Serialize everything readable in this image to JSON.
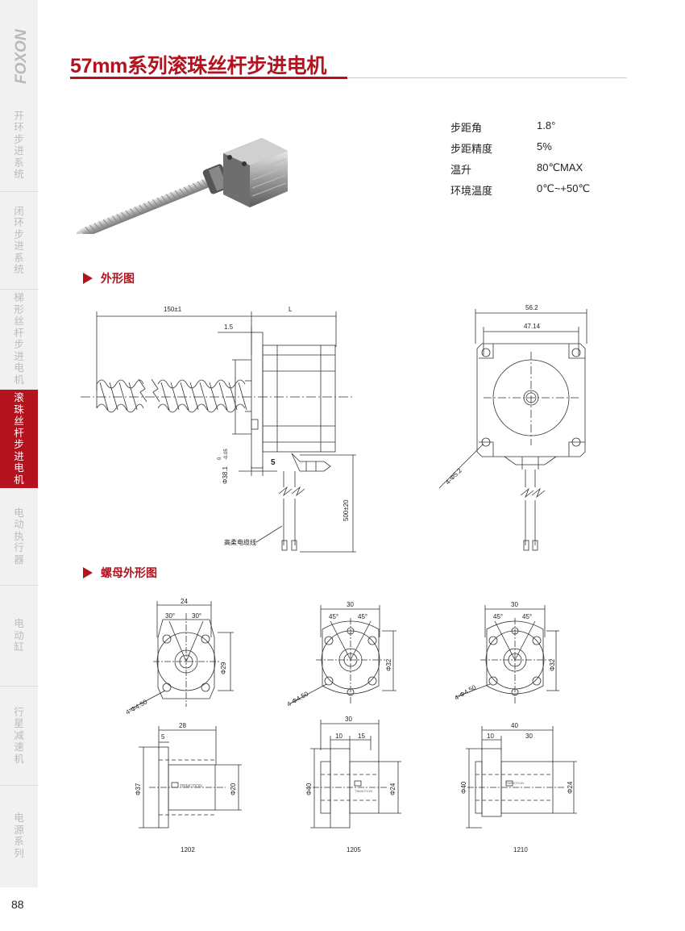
{
  "brand": "FOXON",
  "page_number": "88",
  "title": "57mm系列滚珠丝杆步进电机",
  "sidebar": {
    "items": [
      {
        "label": "开环步进系统",
        "active": false
      },
      {
        "label": "闭环步进系统",
        "active": false
      },
      {
        "label": "梯形丝杆步进电机",
        "active": false
      },
      {
        "label": "滚珠丝杆步进电机",
        "active": true
      },
      {
        "label": "电动执行器",
        "active": false
      },
      {
        "label": "电动缸",
        "active": false
      },
      {
        "label": "行星减速机",
        "active": false
      },
      {
        "label": "电源系列",
        "active": false
      }
    ]
  },
  "specs": [
    {
      "key": "步距角",
      "value": "1.8°"
    },
    {
      "key": "步距精度",
      "value": "5%"
    },
    {
      "key": "温升",
      "value": "80℃MAX"
    },
    {
      "key": "环境温度",
      "value": "0℃~+50℃"
    }
  ],
  "sections": {
    "outline": "外形图",
    "nut_outline": "螺母外形图"
  },
  "outline_dims": {
    "length_150": "150±1",
    "length_L": "L",
    "d_1_5": "1.5",
    "d_38": "Φ38.1",
    "d_38_tol_top": "0",
    "d_38_tol_bot": "-0.05",
    "d_5": "5",
    "cable_len": "500±20",
    "cable_label": "高柔电缆线",
    "w_56": "56.2",
    "w_47": "47.14",
    "holes": "4-Φ5.2"
  },
  "nuts": [
    {
      "model": "1202",
      "top_w": "24",
      "ang1": "30°",
      "ang2": "30°",
      "dia": "Φ29",
      "holes": "4-Φ4.50",
      "len": "28",
      "flange": "5",
      "flange_dia": "Φ37",
      "body_dia": "Φ20",
      "brand_mark": "TBIMOTION"
    },
    {
      "model": "1205",
      "top_w": "30",
      "ang1": "45°",
      "ang2": "45°",
      "dia": "Φ32",
      "holes": "4-Φ4.50",
      "len": "30",
      "seg1": "10",
      "seg2": "15",
      "flange_dia": "Φ40",
      "body_dia": "Φ24",
      "brand_mark": "TBIMOTION"
    },
    {
      "model": "1210",
      "top_w": "30",
      "ang1": "45°",
      "ang2": "45°",
      "dia": "Φ32",
      "holes": "4-Φ4.50",
      "len": "40",
      "seg1": "10",
      "seg2": "30",
      "flange_dia": "Φ40",
      "body_dia": "Φ24",
      "brand_mark": "TBIMOTION"
    }
  ]
}
